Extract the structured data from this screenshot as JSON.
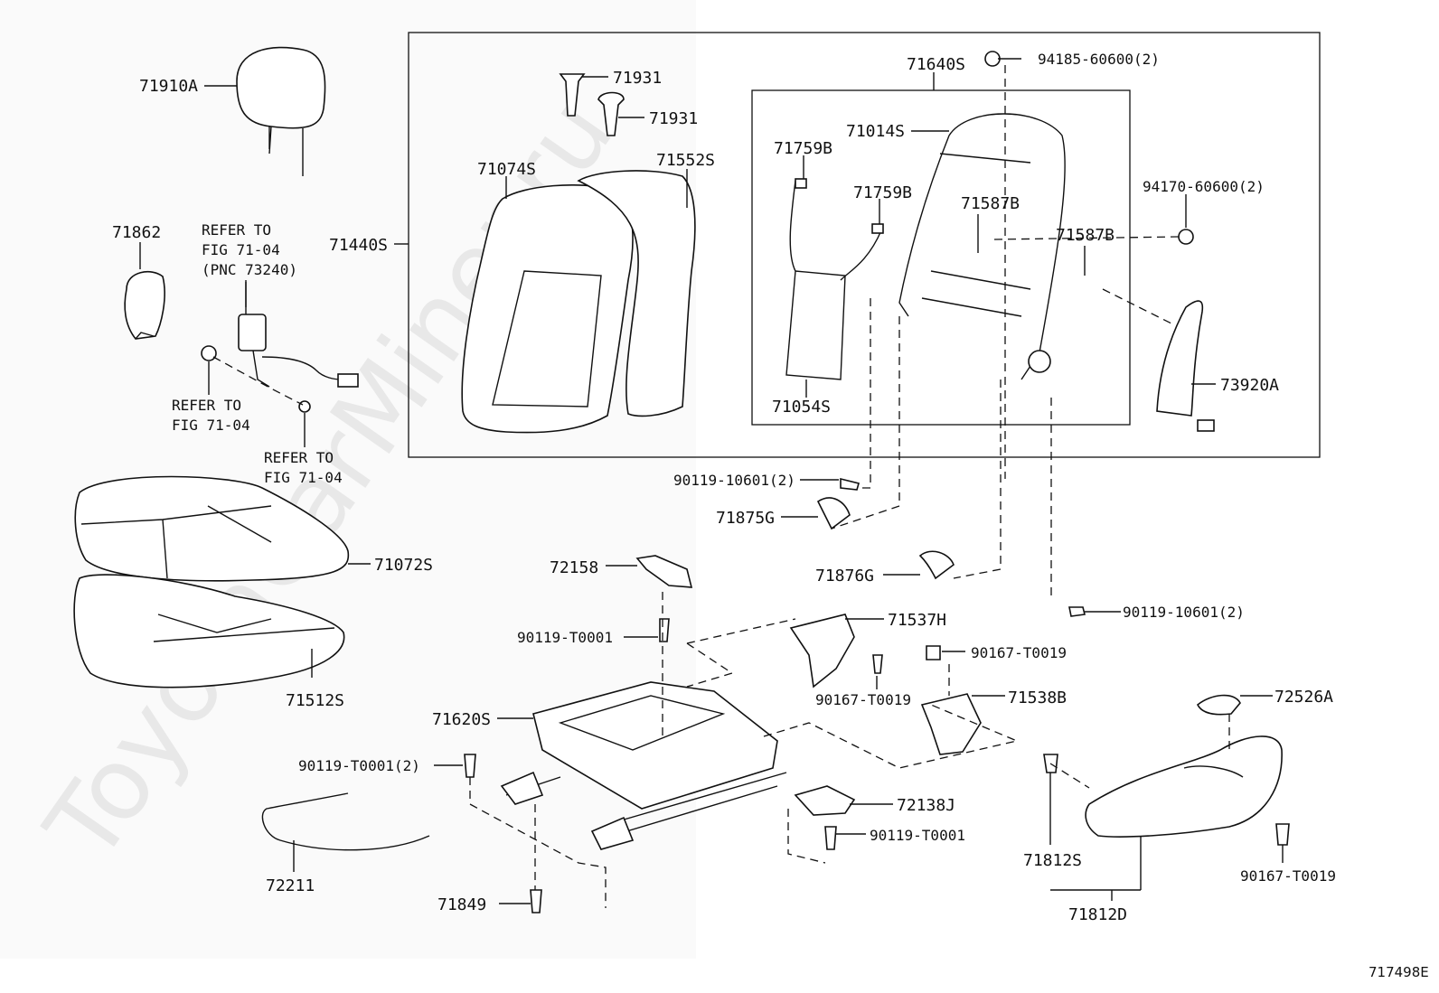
{
  "watermark": "ToyotaCarMiner.ru",
  "figure_code": "717498E",
  "labels": {
    "p71910A": "71910A",
    "p71862": "71862",
    "refer1": [
      "REFER TO",
      "FIG 71-04",
      "(PNC 73240)"
    ],
    "refer2": [
      "REFER TO",
      "FIG 71-04"
    ],
    "refer3": [
      "REFER TO",
      "FIG 71-04"
    ],
    "p71440S": "71440S",
    "p71931a": "71931",
    "p71931b": "71931",
    "p71074S": "71074S",
    "p71552S": "71552S",
    "p71640S": "71640S",
    "p94185": "94185-60600(2)",
    "p71014S": "71014S",
    "p71759Ba": "71759B",
    "p71759Bb": "71759B",
    "p71587Ba": "71587B",
    "p71587Bb": "71587B",
    "p94170": "94170-60600(2)",
    "p71054S": "71054S",
    "p73920A": "73920A",
    "p90119_10601a": "90119-10601(2)",
    "p71875G": "71875G",
    "p71876G": "71876G",
    "p90119_10601b": "90119-10601(2)",
    "p71072S": "71072S",
    "p71512S": "71512S",
    "p72158": "72158",
    "p90119_T0001a": "90119-T0001",
    "p71537H": "71537H",
    "p90167_T0019a": "90167-T0019",
    "p90167_T0019b": "90167-T0019",
    "p71538B": "71538B",
    "p72526A": "72526A",
    "p71620S": "71620S",
    "p90119_T0001b": "90119-T0001(2)",
    "p72138J": "72138J",
    "p90119_T0001c": "90119-T0001",
    "p72211": "72211",
    "p71849": "71849",
    "p71812S": "71812S",
    "p71812D": "71812D",
    "p90167_T0019c": "90167-T0019"
  }
}
